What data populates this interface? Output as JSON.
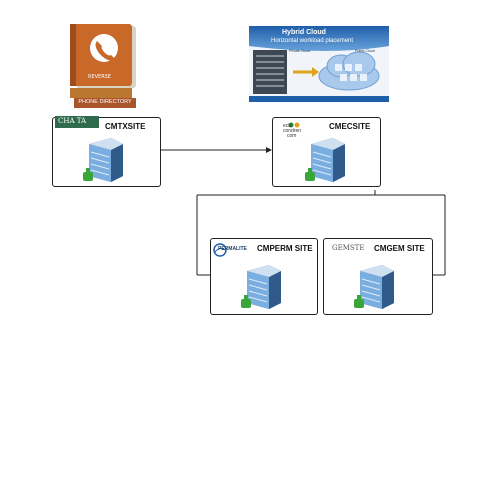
{
  "phone_directory": {
    "book_text": "REVERSE",
    "band_text": "PHONE DIRECTORY"
  },
  "hybrid_cloud": {
    "title": "Hybrid Cloud",
    "subtitle": "Horizontal workload placement",
    "left_caption": "Private Cloud",
    "right_caption": "Public Cloud"
  },
  "sites": {
    "cmtx": {
      "logo_text": "CHA TA",
      "label": "CMTXSITE"
    },
    "cmec": {
      "logo_lines": [
        "ecis",
        "condren",
        "com"
      ],
      "label": "CMECSITE"
    },
    "cmperm": {
      "logo_text": "PERMALITE",
      "label": "CMPERM  SITE"
    },
    "cmgem": {
      "logo_text": "GEMSTE",
      "label": "CMGEM SITE"
    }
  },
  "colors": {
    "book_orange": "#c8692a",
    "book_band": "#9e4c1b",
    "cloud_blue": "#4f8fd0",
    "line": "#222222",
    "server_blue": "#5a8fc4",
    "check_green": "#3aa63a"
  }
}
